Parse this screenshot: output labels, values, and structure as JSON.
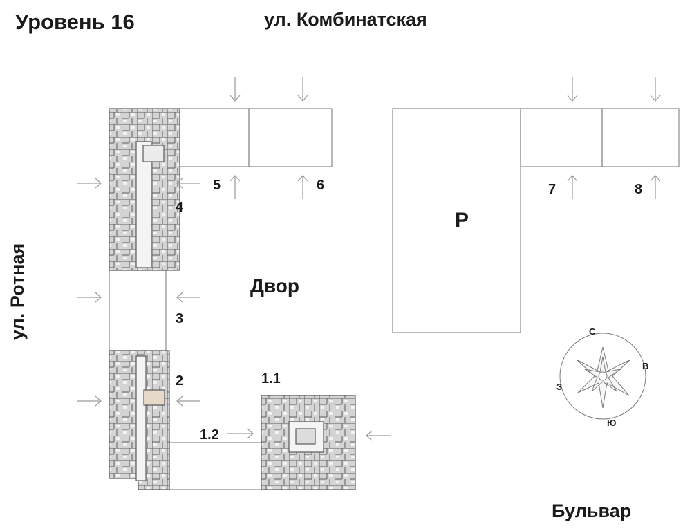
{
  "level_title": "Уровень 16",
  "streets": {
    "top": "ул. Комбинатская",
    "left": "ул. Ротная",
    "bottom_right": "Бульвар"
  },
  "zones": {
    "yard": "Двор",
    "parking": "Р"
  },
  "sections": [
    "1.1",
    "1.2",
    "2",
    "3",
    "4",
    "5",
    "6",
    "7",
    "8"
  ],
  "compass": {
    "north": "С",
    "east": "В",
    "south": "Ю",
    "west": "З"
  },
  "colors": {
    "outline": "#8a8a8a",
    "plan_fill": "#cfcfcf",
    "wall": "#6b6b6b",
    "text": "#1b1b1b"
  },
  "icons": [
    "entrance-arrow-icon",
    "compass-rose-icon"
  ]
}
